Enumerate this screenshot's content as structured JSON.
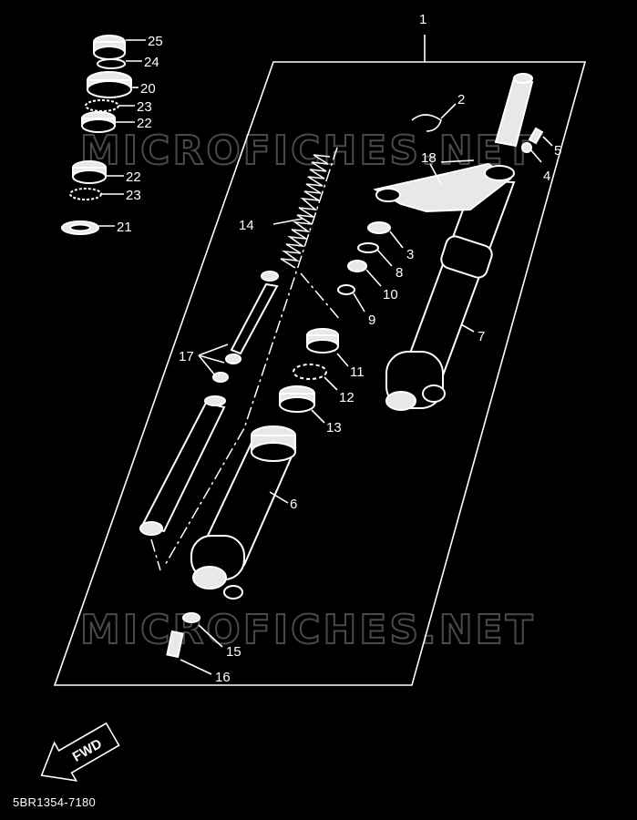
{
  "watermark": "MICROFICHES.NET",
  "diagram_code": "5BR1354-7180",
  "fwd_label": "FWD",
  "labels": {
    "l1": "1",
    "l2": "2",
    "l3": "3",
    "l4": "4",
    "l5": "5",
    "l6": "6",
    "l7": "7",
    "l8": "8",
    "l9": "9",
    "l10": "10",
    "l11": "11",
    "l12": "12",
    "l13": "13",
    "l14": "14",
    "l15": "15",
    "l16": "16",
    "l17": "17",
    "l18": "18",
    "l20": "20",
    "l21": "21",
    "l22a": "22",
    "l22b": "22",
    "l23a": "23",
    "l23b": "23",
    "l24": "24",
    "l25": "25"
  },
  "colors": {
    "background": "#000000",
    "line": "#ffffff",
    "watermark": "#4a4a4a"
  }
}
